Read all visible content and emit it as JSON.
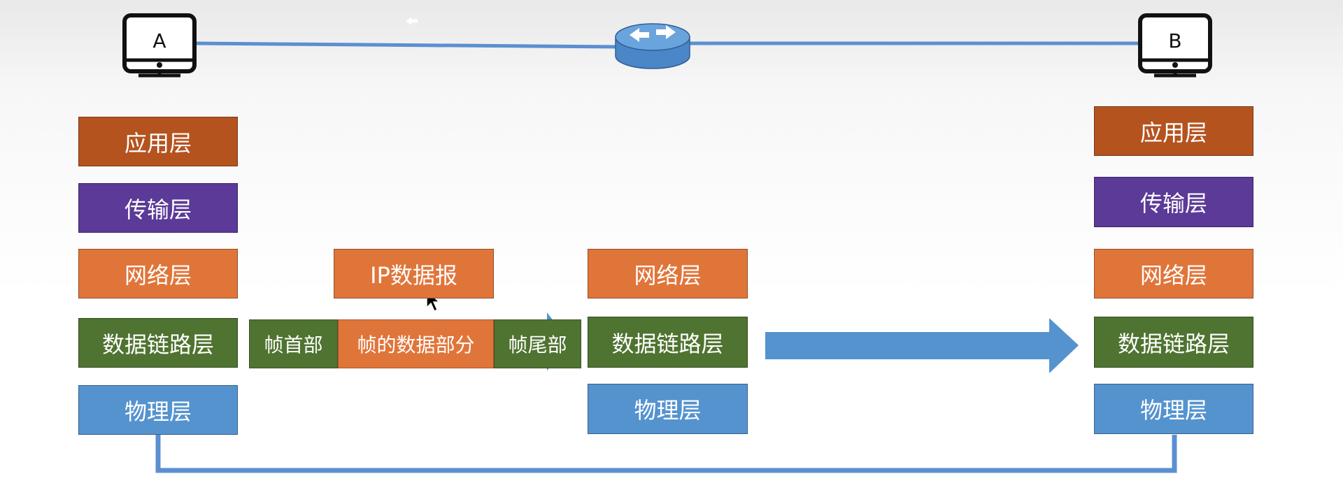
{
  "colors": {
    "application": "#b5531f",
    "transport": "#5b3a98",
    "network": "#e0753a",
    "datalink": "#4f7330",
    "physical": "#5593cf",
    "link_line": "#5b8fd0",
    "arrow": "#5593cf",
    "router": "#4a86c8"
  },
  "hosts": {
    "a": {
      "label": "A",
      "icon": "desktop-computer-icon"
    },
    "b": {
      "label": "B",
      "icon": "desktop-computer-icon"
    },
    "router": {
      "icon": "router-icon"
    }
  },
  "stack_a": {
    "application": "应用层",
    "transport": "传输层",
    "network": "网络层",
    "datalink": "数据链路层",
    "physical": "物理层"
  },
  "frame": {
    "ip_datagram": "IP数据报",
    "header": "帧首部",
    "payload": "帧的数据部分",
    "trailer": "帧尾部"
  },
  "middle_stack": {
    "network": "网络层",
    "datalink": "数据链路层",
    "physical": "物理层"
  },
  "stack_b": {
    "application": "应用层",
    "transport": "传输层",
    "network": "网络层",
    "datalink": "数据链路层",
    "physical": "物理层"
  }
}
